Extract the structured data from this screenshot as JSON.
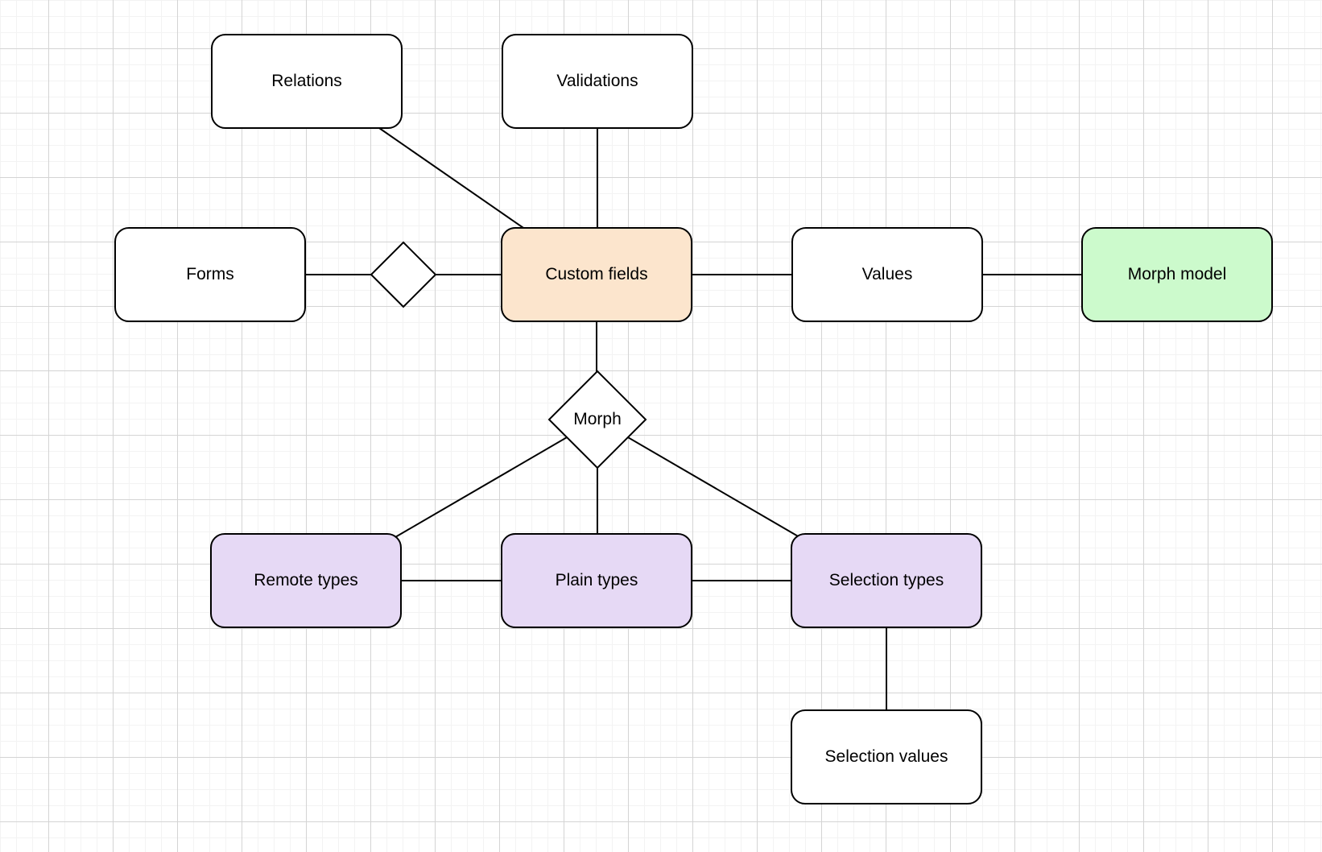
{
  "diagram": {
    "canvas": {
      "background_color": "#ffffff",
      "minor_grid_color": "#f3f3f3",
      "major_grid_color": "#d4d4d4",
      "stroke_color": "#000000"
    },
    "nodes": {
      "relations": {
        "label": "Relations",
        "fill": "#ffffff"
      },
      "validations": {
        "label": "Validations",
        "fill": "#ffffff"
      },
      "forms": {
        "label": "Forms",
        "fill": "#ffffff"
      },
      "custom_fields": {
        "label": "Custom fields",
        "fill": "#fce5cd"
      },
      "values": {
        "label": "Values",
        "fill": "#ffffff"
      },
      "morph_model": {
        "label": "Morph model",
        "fill": "#ccfacc"
      },
      "remote_types": {
        "label": "Remote types",
        "fill": "#e6d9f5"
      },
      "plain_types": {
        "label": "Plain types",
        "fill": "#e6d9f5"
      },
      "selection_types": {
        "label": "Selection types",
        "fill": "#e6d9f5"
      },
      "selection_values": {
        "label": "Selection values",
        "fill": "#ffffff"
      }
    },
    "diamonds": {
      "relation_link": {
        "label": "",
        "fill": "#ffffff"
      },
      "morph": {
        "label": "Morph",
        "fill": "#ffffff"
      }
    },
    "edges": [
      {
        "from": "relations",
        "to": "custom_fields"
      },
      {
        "from": "validations",
        "to": "custom_fields"
      },
      {
        "from": "forms",
        "to": "custom_fields",
        "via": "relation_link"
      },
      {
        "from": "custom_fields",
        "to": "values"
      },
      {
        "from": "values",
        "to": "morph_model"
      },
      {
        "from": "custom_fields",
        "to": "morph"
      },
      {
        "from": "morph",
        "to": "remote_types"
      },
      {
        "from": "morph",
        "to": "plain_types"
      },
      {
        "from": "morph",
        "to": "selection_types"
      },
      {
        "from": "remote_types",
        "to": "plain_types"
      },
      {
        "from": "plain_types",
        "to": "selection_types"
      },
      {
        "from": "selection_types",
        "to": "selection_values"
      }
    ]
  }
}
